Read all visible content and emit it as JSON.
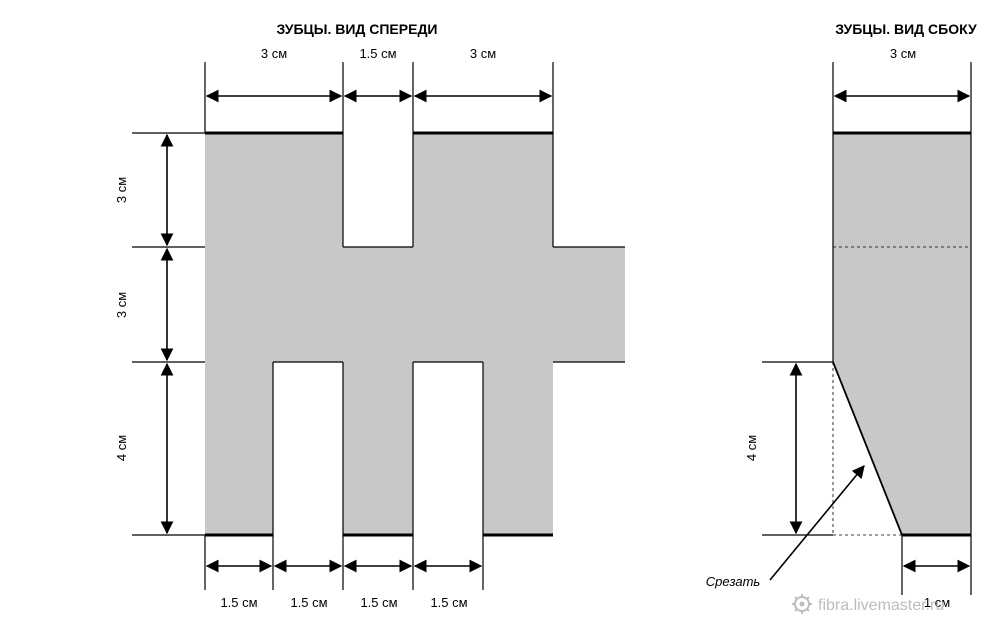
{
  "front_view": {
    "title": "ЗУБЦЫ. ВИД СПЕРЕДИ",
    "top_dims": [
      "3 см",
      "1.5 см",
      "3 см"
    ],
    "left_dims": [
      "3 см",
      "3 см",
      "4 см"
    ],
    "bottom_dims": [
      "1.5 см",
      "1.5 см",
      "1.5 см",
      "1.5 см"
    ]
  },
  "side_view": {
    "title": "ЗУБЦЫ. ВИД СБОКУ",
    "top_dim": "3 см",
    "left_dim": "4 см",
    "bottom_dim": "1 см",
    "cut_label": "Срезать"
  },
  "watermark": "fibra.livemaster.ru",
  "colors": {
    "fill": "#c8c8c8",
    "line": "#000000",
    "watermark": "#bdbdbd"
  }
}
